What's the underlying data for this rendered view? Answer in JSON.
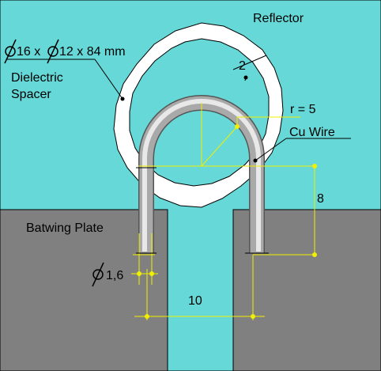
{
  "colors": {
    "reflector": "#66d8d8",
    "plate": "#808080",
    "spacer": "#ffffff",
    "wire_dark": "#6e6e6e",
    "wire_light": "#e6e6e6",
    "dimension": "#f0f000",
    "dimension_point": "#f0f000",
    "outline": "#000000"
  },
  "labels": {
    "reflector": "Reflector",
    "spacer_dim_a": "16 x",
    "spacer_dim_b": "12 x 84 mm",
    "spacer_line1": "Dielectric",
    "spacer_line2": "Spacer",
    "wall_thickness": "2",
    "radius": "r = 5",
    "wire": "Cu Wire",
    "plate": "Batwing Plate",
    "height": "8",
    "wire_diameter": "1,6",
    "gap": "10"
  },
  "icons": {
    "diameter": "diameter-symbol-icon"
  }
}
